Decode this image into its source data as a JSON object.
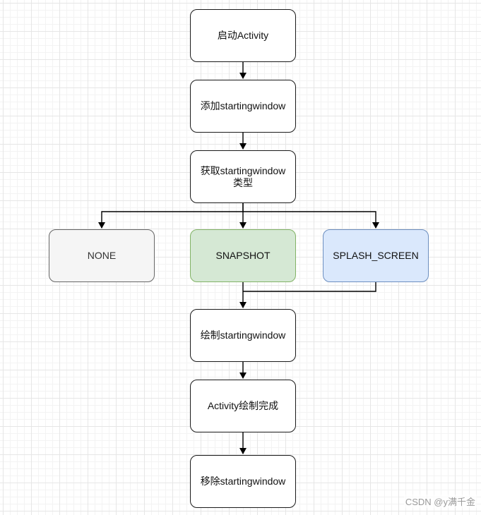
{
  "nodes": {
    "start_activity": "启动Activity",
    "add_window": "添加startingwindow",
    "get_type_line1": "获取startingwindow",
    "get_type_line2": "类型",
    "none": "NONE",
    "snapshot": "SNAPSHOT",
    "splash_screen": "SPLASH_SCREEN",
    "draw_window": "绘制startingwindow",
    "activity_drawn": "Activity绘制完成",
    "remove_window": "移除startingwindow"
  },
  "colors": {
    "none_fill": "#f5f5f5",
    "none_stroke": "#666666",
    "snapshot_fill": "#d5e8d4",
    "snapshot_stroke": "#82b366",
    "splash_fill": "#dae8fc",
    "splash_stroke": "#6c8ebf",
    "edge": "#000000"
  },
  "watermark": "CSDN @y满千金"
}
